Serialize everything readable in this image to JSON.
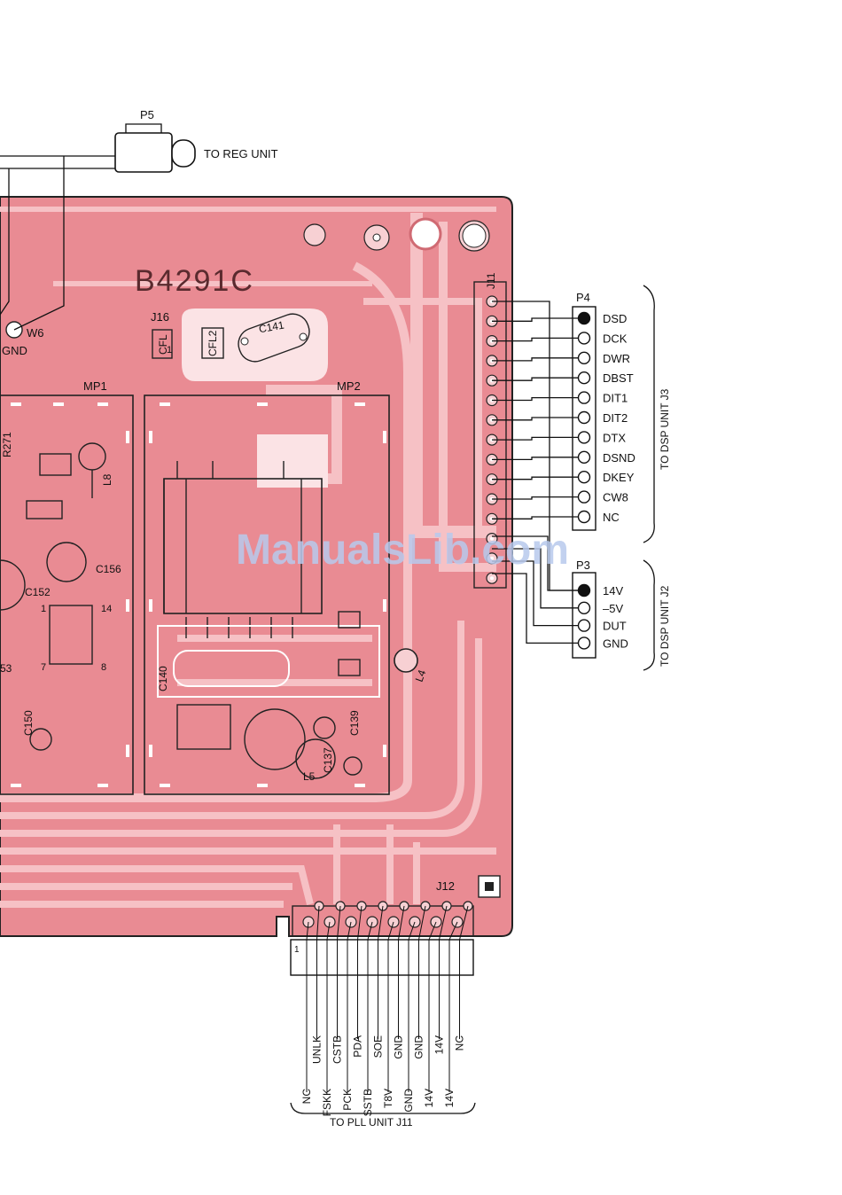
{
  "board_label": "B4291C",
  "watermark": "ManualsLib.com",
  "reg_connector": {
    "name": "P5",
    "label": "TO REG UNIT"
  },
  "ground_point": {
    "id": "W6",
    "label": "GND"
  },
  "modules": [
    "MP1",
    "MP2"
  ],
  "connector_j16": "J16",
  "connector_j11": "J11",
  "connector_j12": "J12",
  "p4": {
    "name": "P4",
    "group_label": "TO DSP UNIT J3",
    "pins": [
      "DSD",
      "DCK",
      "DWR",
      "DBST",
      "DIT1",
      "DIT2",
      "DTX",
      "DSND",
      "DKEY",
      "CW8",
      "NC"
    ]
  },
  "p3": {
    "name": "P3",
    "group_label": "TO DSP UNIT J2",
    "pins": [
      "14V",
      "–5V",
      "DUT",
      "GND"
    ]
  },
  "pll": {
    "group_label": "TO PLL UNIT J11",
    "pin1_marker": "1",
    "lower_pins": [
      "NC",
      "FSKK",
      "PCK",
      "SSTB",
      "T8V",
      "GND",
      "14V",
      "14V"
    ],
    "upper_pins": [
      "UNLK",
      "CSTB",
      "PDA",
      "SOE",
      "GND",
      "GND",
      "14V",
      "NC"
    ]
  },
  "components": {
    "cfl1": "CFL",
    "cfl1_pin": "1",
    "cfl2": "CFL2",
    "c141": "C141",
    "l8": "L8",
    "c156": "C156",
    "c152": "C152",
    "ic_pin1": "1",
    "ic_pin14": "14",
    "ic_pin7": "7",
    "ic_pin8": "8",
    "c53": "53",
    "c150": "C150",
    "c140": "C140",
    "l4": "L4",
    "c139": "C139",
    "c137": "C137",
    "l5": "L5",
    "r271": "R271"
  }
}
